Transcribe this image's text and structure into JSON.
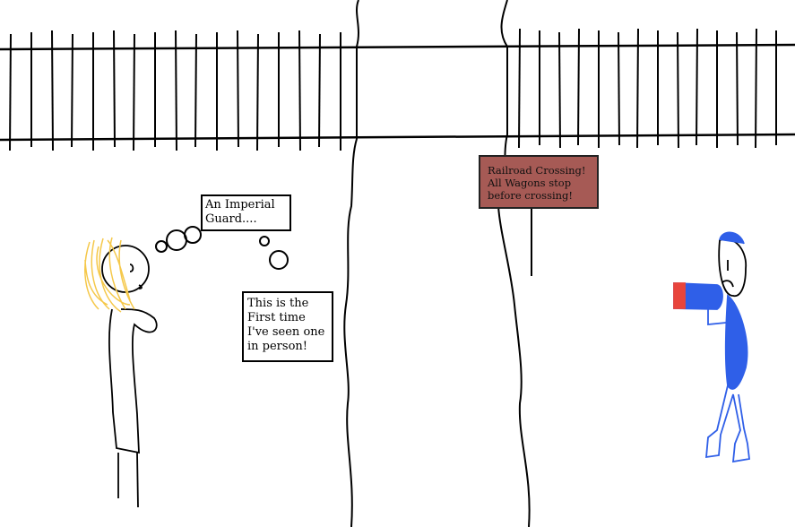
{
  "bubbles": {
    "thought": "An Imperial Guard....",
    "speech": "This is the First time I've seen one in person!"
  },
  "sign": {
    "text": "Railroad Crossing! All Wagons stop before crossing!",
    "color": "#a65a55"
  },
  "colors": {
    "hair": "#f5c84a",
    "guard_uniform": "#2f5fe8",
    "guard_sleeve": "#e8453c"
  }
}
